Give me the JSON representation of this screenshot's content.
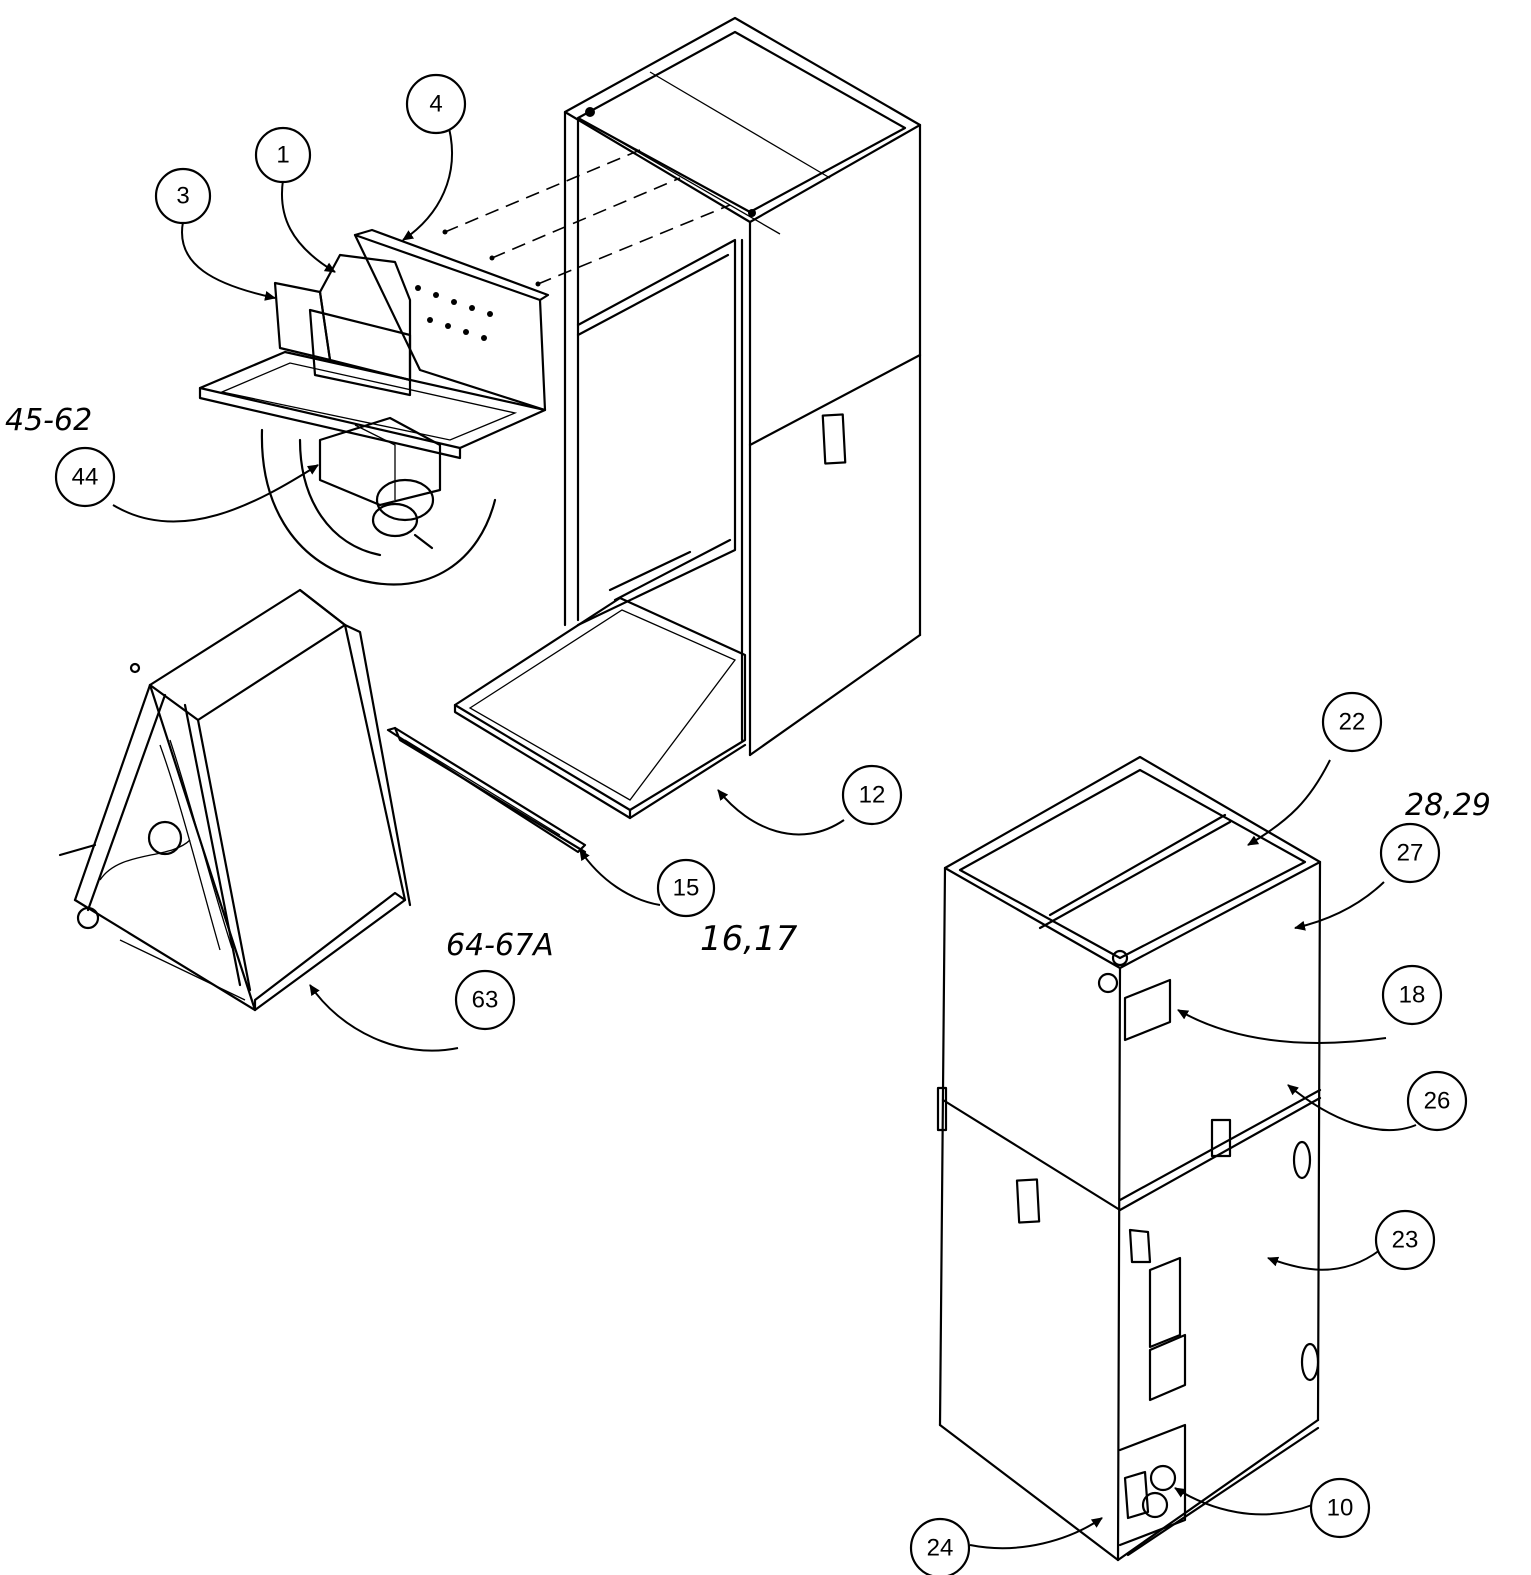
{
  "callouts": [
    {
      "id": "c1",
      "label": "1"
    },
    {
      "id": "c3",
      "label": "3"
    },
    {
      "id": "c4",
      "label": "4"
    },
    {
      "id": "c44",
      "label": "44"
    },
    {
      "id": "c12",
      "label": "12"
    },
    {
      "id": "c15",
      "label": "15"
    },
    {
      "id": "c63",
      "label": "63"
    },
    {
      "id": "c22",
      "label": "22"
    },
    {
      "id": "c27",
      "label": "27"
    },
    {
      "id": "c18",
      "label": "18"
    },
    {
      "id": "c26",
      "label": "26"
    },
    {
      "id": "c23",
      "label": "23"
    },
    {
      "id": "c24",
      "label": "24"
    },
    {
      "id": "c10",
      "label": "10"
    }
  ],
  "annotations": {
    "range_45_62": "45-62",
    "range_64_67a": "64-67A",
    "parts_16_17": "16,17",
    "parts_28_29": "28,29"
  }
}
